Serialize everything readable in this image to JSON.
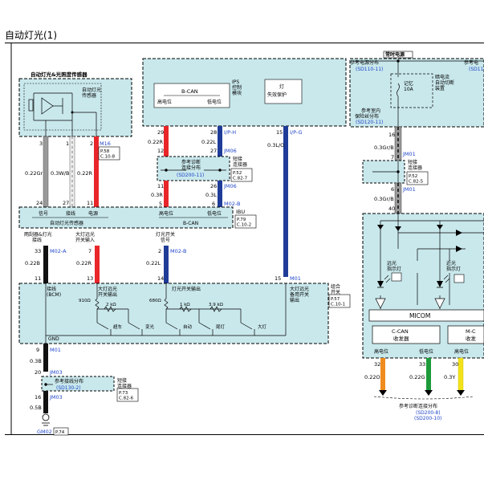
{
  "page": {
    "title": "自动灯光(1)"
  },
  "colors": {
    "module_fill": "#c9e8ec",
    "wire_gray": "#9a9a9a",
    "wire_white": "#e8e8e8",
    "wire_red": "#e8262a",
    "wire_blue": "#1f3c98",
    "wire_black": "#111111",
    "wire_orange": "#f08c1e",
    "wire_green": "#1d9b3a",
    "wire_yellow": "#f2e21a",
    "ref_blue": "#1f45c8"
  },
  "sensor": {
    "title": "自动灯光&光照度传感器",
    "label": "自动灯光\n传感器",
    "wires": [
      {
        "pin_top": "3",
        "gauge": "0.22Gr",
        "pin_bottom": "24"
      },
      {
        "pin_top": "1",
        "gauge": "0.3W/B",
        "pin_bottom": "27"
      },
      {
        "pin_top": "2",
        "gauge": "0.22R",
        "pin_bottom": "11"
      }
    ],
    "connector": "M16",
    "ref": "P.58\nC.10-8"
  },
  "ips": {
    "bcan": "B-CAN",
    "high": "高电位",
    "low": "低电位",
    "module_label": "IPS\n控制\n模块",
    "lamp_label": "灯\n失效保护",
    "pins": [
      {
        "top": "29",
        "bottom": "12",
        "gauge": "0.22R"
      },
      {
        "top": "28",
        "bottom": "27",
        "gauge": "0.22L"
      }
    ],
    "connector_top": "I/P-H",
    "connector_mid": "JM06",
    "lamp_pin": "15",
    "lamp_conn": "I/P-G",
    "lamp_gauge": "0.3L/O"
  },
  "short_conn_1": {
    "ref": "参考诊断\n连接分布",
    "ref_code": "(SD200-11)",
    "label": "短接\n连接器",
    "page": "P.52\nC.82-7",
    "pins_bottom": [
      "11",
      "26"
    ],
    "gauges": [
      "0.3R",
      "0.3L"
    ],
    "pins_bcm": [
      "5",
      "6"
    ],
    "conn": "JM06",
    "conn2": "M02-B"
  },
  "ibu": {
    "label": "IBU",
    "ref": "P.79\nC.10-2",
    "pins_top": [
      "24",
      "27",
      "11",
      "5",
      "6"
    ],
    "signal": "信号",
    "ground": "接线",
    "power": "电源",
    "high": "高电位",
    "low": "低电位",
    "sensor_label": "自动灯光传感器",
    "bcan": "B-CAN",
    "wiper_gnd": "雨刮器&灯光\n接线",
    "head_hi": "大灯远光\n开关输入",
    "light_sw": "灯光开关\n信号",
    "out_pins": [
      "33",
      "7",
      "2"
    ],
    "out_gauges": [
      "0.22B",
      "0.22R",
      "0.22L"
    ],
    "out_conn_a": "M02-A",
    "out_conn_b": "M02-B"
  },
  "combo": {
    "label": "组合\n开关",
    "ref": "P.57\nC.10-1",
    "pins": [
      "11",
      "13",
      "14",
      "15"
    ],
    "bcm_gnd": "接线\n(BCM)",
    "hi_out": "大灯远光\n开关输出",
    "light_out": "灯光开关输出",
    "backup": "大灯远光\n备用开关\n输出",
    "r1": "910Ω",
    "r2": "2 kΩ",
    "r3": "680Ω",
    "r4": "1 kΩ",
    "r5": "3.9 kΩ",
    "sw1": "超车",
    "sw2": "变光",
    "sw3": "自动",
    "sw4": "尾灯",
    "sw5": "大灯",
    "gnd": "GND",
    "m01": "M01"
  },
  "ground_path": {
    "pin1": "9",
    "conn1": "M01",
    "gauge1": "0.3B",
    "pin2": "20",
    "conn2": "JM03",
    "ref": "参考接线分布",
    "ref_code": "(SD130-2)",
    "short_label": "短接\n连接器",
    "short_page": "P.73\nC.82-6",
    "pin3": "16",
    "conn3": "JM03",
    "gauge3": "0.5B",
    "ground": "GM02",
    "ground_page": "P.74"
  },
  "right": {
    "power_label": "常时电源",
    "ref1": "参考电源分布",
    "ref1_code": "(SD110-11)",
    "ref1b": "参考电",
    "ref1b_code": "(SD11",
    "fuse": "记忆\n10A",
    "cut_label": "暗电流\n自动切断\n装置",
    "ref2": "参考室内\n保险丝分布",
    "ref2_code": "(SD120-11)",
    "pin16": "16",
    "gauge_a": "0.3Gr/B",
    "conn_a": "JM01",
    "pin7": "7",
    "short_label": "短接\n连接器",
    "short_page": "P.52\nC.82-5",
    "pin6": "6",
    "conn_b": "JM01",
    "gauge_b": "0.3Gr/B",
    "pin40": "40",
    "lamp1": "远光\n指示灯",
    "lamp2": "近光\n指示灯",
    "micom": "MICOM",
    "ccan": "C-CAN\n收发器",
    "mcan": "M-C\n收发",
    "high": "高电位",
    "low": "低电位",
    "pins_bottom": [
      "32",
      "33",
      "30"
    ],
    "gauges": [
      "0.22O",
      "0.22G",
      "0.3Y"
    ],
    "diag_ref": "参考诊断连接分布",
    "diag_code1": "(SD200-8)",
    "diag_code2": "(SD200-10)"
  }
}
